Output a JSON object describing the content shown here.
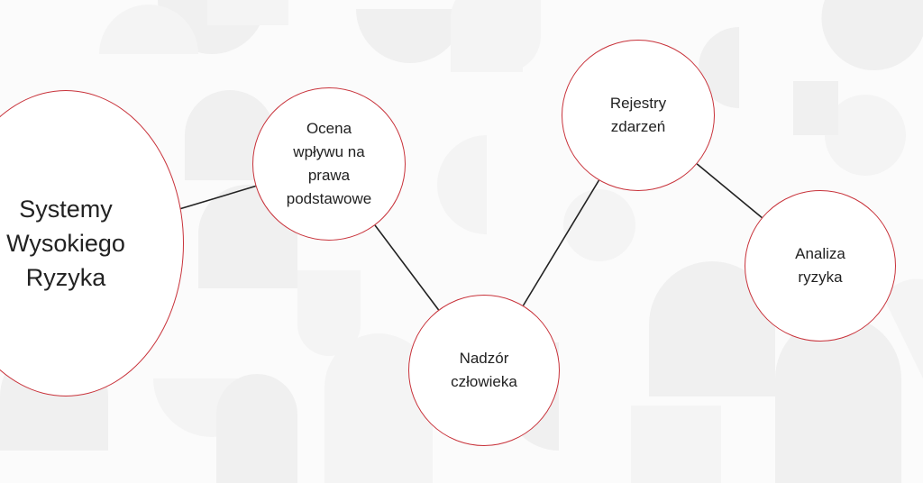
{
  "colors": {
    "circle_border": "#c8323a",
    "connector": "#222222",
    "text": "#222222",
    "background_shapes": "#f0f0f0"
  },
  "nodes": {
    "main": {
      "label": "Systemy\nWysokiego\nRyzyka"
    },
    "ocena": {
      "label": "Ocena\nwpływu na\nprawa\npodstawowe"
    },
    "nadzor": {
      "label": "Nadzór\nczłowieka"
    },
    "rejestry": {
      "label": "Rejestry\nzdarzeń"
    },
    "analiza": {
      "label": "Analiza\nryzyka"
    }
  },
  "edges": [
    {
      "from": "main",
      "to": "ocena"
    },
    {
      "from": "ocena",
      "to": "nadzor"
    },
    {
      "from": "nadzor",
      "to": "rejestry"
    },
    {
      "from": "rejestry",
      "to": "analiza"
    }
  ]
}
